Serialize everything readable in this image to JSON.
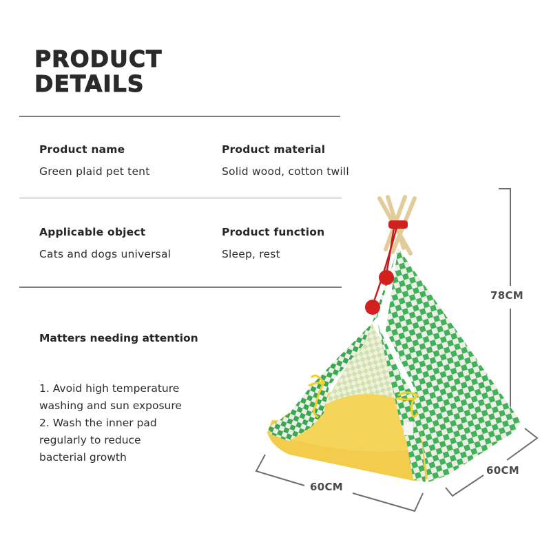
{
  "header": {
    "title_line1": "PRODUCT",
    "title_line2": "DETAILS"
  },
  "details": [
    {
      "label": "Product name",
      "value": "Green plaid pet tent"
    },
    {
      "label": "Product material",
      "value": "Solid wood, cotton twill"
    },
    {
      "label": "Applicable object",
      "value": "Cats and dogs universal"
    },
    {
      "label": "Product function",
      "value": "Sleep, rest"
    }
  ],
  "notes": {
    "title": "Matters needing attention",
    "items": [
      "1. Avoid high temperature",
      "washing and sun exposure",
      "2. Wash the inner pad",
      "regularly to reduce",
      "bacterial growth"
    ]
  },
  "dimensions": {
    "height": "78CM",
    "width": "60CM",
    "depth": "60CM"
  },
  "image": {
    "subject": "green-checkered-pet-teepee-tent",
    "colors": {
      "check_green": "#3fb25a",
      "check_white": "#eeeee6",
      "cushion_yellow": "#f2cc4a",
      "pole_wood": "#e8d2a6",
      "ribbon_red": "#d3201f",
      "dimension_line": "#6b6e72"
    }
  }
}
